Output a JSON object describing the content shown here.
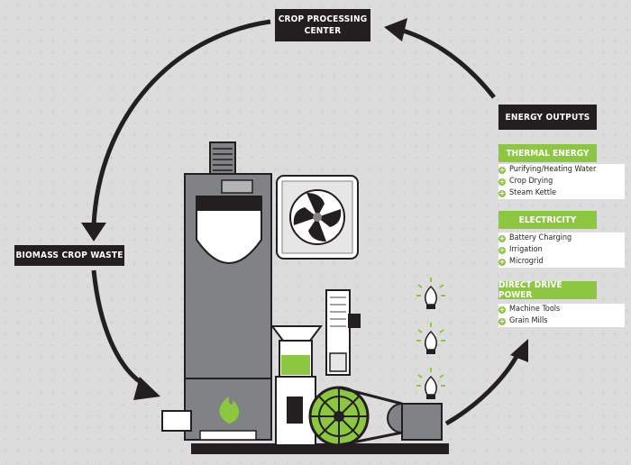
{
  "nodes": {
    "crop_processing_line1": "CROP PROCESSING",
    "crop_processing_line2": "CENTER",
    "biomass_crop_waste": "BIOMASS CROP WASTE",
    "energy_outputs": "ENERGY OUTPUTS"
  },
  "outputs": [
    {
      "heading": "THERMAL ENERGY",
      "items": [
        "Purifying/Heating Water",
        "Crop Drying",
        "Steam Kettle"
      ]
    },
    {
      "heading": "ELECTRICITY",
      "items": [
        "Battery Charging",
        "Irrigation",
        "Microgrid"
      ]
    },
    {
      "heading": "DIRECT DRIVE POWER",
      "items": [
        "Machine Tools",
        "Grain Mills"
      ]
    }
  ],
  "icons": [
    "flame-icon",
    "fan-icon",
    "lightbulb-icon",
    "plus-bullet-icon"
  ],
  "colors": {
    "accent": "#8dc63f",
    "dark": "#231f20",
    "machine_gray": "#808285",
    "grid": "#cfcfcf"
  }
}
